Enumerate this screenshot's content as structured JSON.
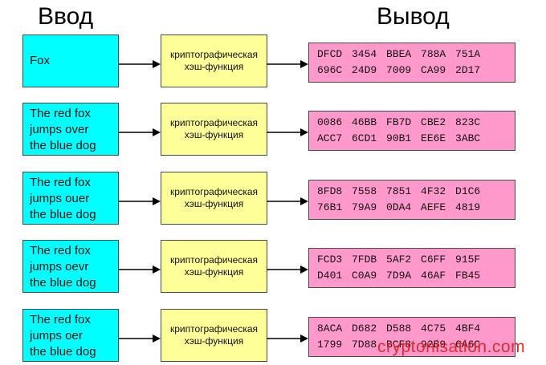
{
  "headers": {
    "input": "Ввод",
    "output": "Вывод"
  },
  "hash_label": {
    "line1": "криптографическая",
    "line2": "хэш-функция"
  },
  "rows": [
    {
      "input_lines": [
        "Fox"
      ],
      "output_lines": [
        "DFCD 3454 BBEA 788A 751A",
        "696C 24D9 7009 CA99 2D17"
      ]
    },
    {
      "input_lines": [
        "The red fox",
        "jumps over",
        "the blue dog"
      ],
      "output_lines": [
        "0086 46BB FB7D CBE2 823C",
        "ACC7 6CD1 90B1 EE6E 3ABC"
      ]
    },
    {
      "input_lines": [
        "The red fox",
        "jumps ouer",
        "the blue dog"
      ],
      "output_lines": [
        "8FD8 7558 7851 4F32 D1C6",
        "76B1 79A9 0DA4 AEFE 4819"
      ]
    },
    {
      "input_lines": [
        "The red fox",
        "jumps oevr",
        "the blue dog"
      ],
      "output_lines": [
        "FCD3 7FDB 5AF2 C6FF 915F",
        "D401 C0A9 7D9A 46AF FB45"
      ]
    },
    {
      "input_lines": [
        "The red fox",
        "jumps oer",
        "the blue dog"
      ],
      "output_lines": [
        "8ACA D682 D588 4C75 4BF4",
        "1799 7D88 BCF8 92B9 6A6C"
      ]
    }
  ],
  "watermark": "cryptonisation.com",
  "colors": {
    "input": "#00ffff",
    "hash": "#ffff99",
    "output": "#ff99cc",
    "watermark": "#e4292b"
  }
}
